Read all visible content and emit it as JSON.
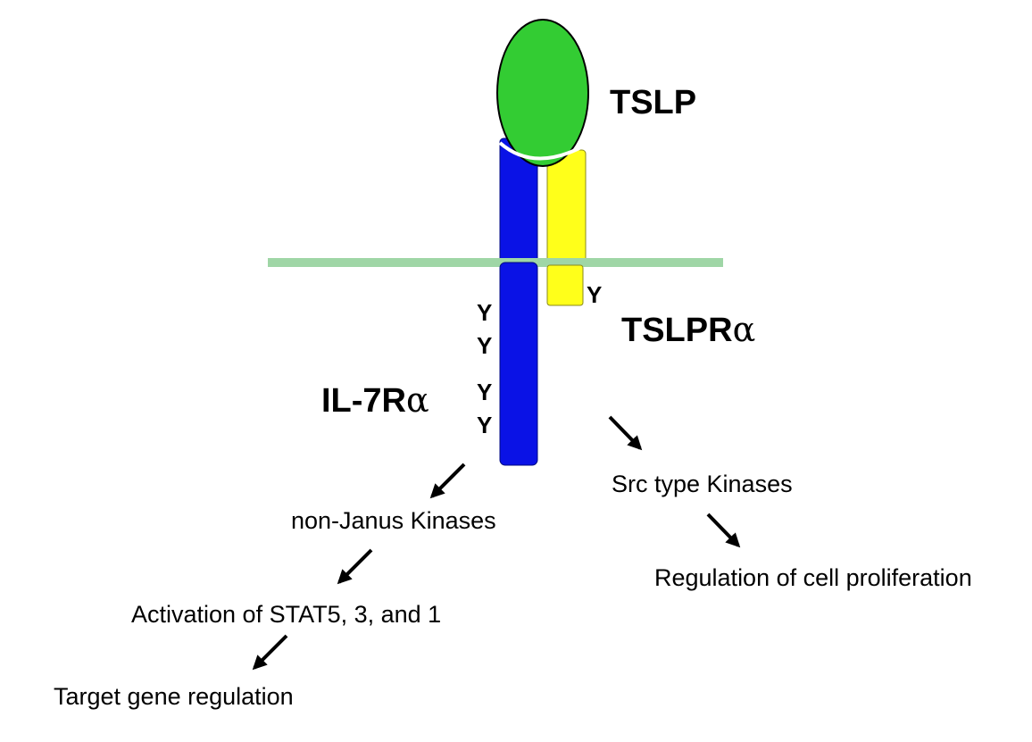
{
  "labels": {
    "ligand": "TSLP",
    "receptor_alpha": "TSLPR",
    "il7_receptor": "IL-7R",
    "alpha_symbol": "α",
    "tyrosine": "Y"
  },
  "pathway": {
    "non_janus": "non-Janus Kinases",
    "stat": "Activation of STAT5, 3, and 1",
    "target": "Target gene regulation",
    "src": "Src type Kinases",
    "proliferation": "Regulation of cell proliferation"
  },
  "colors": {
    "ligand": "#33cc33",
    "il7_chain": "#0a12e6",
    "tslpr_chain": "#ffff1a",
    "membrane": "#9fd6a6"
  }
}
